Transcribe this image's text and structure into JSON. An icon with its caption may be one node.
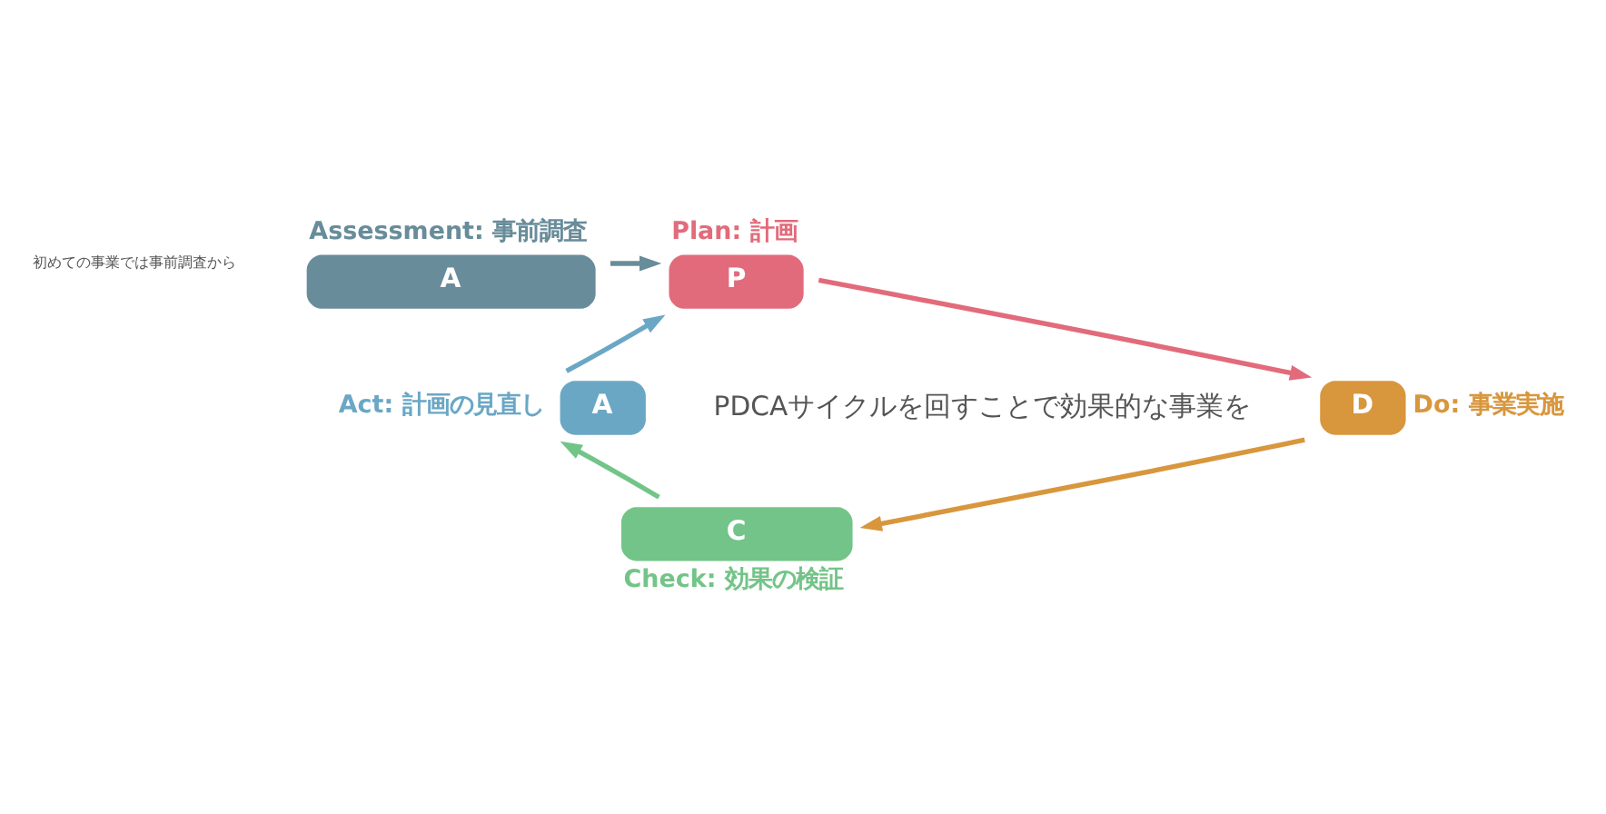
{
  "diagram": {
    "nodes": [
      {
        "text": [
          "P"
        ],
        "beside": [
          "Plan: 計画"
        ]
      },
      {
        "text": [
          "D"
        ],
        "beside": [
          "Do: 事業実施"
        ]
      },
      {
        "text": [
          "C"
        ],
        "beside": [
          "Check: 効果の検証"
        ]
      },
      {
        "text": [
          "A"
        ],
        "beside": [
          "Act: 計画の見直し"
        ]
      },
      {
        "text": [
          "A"
        ],
        "beside": [
          "Assessment: 事前調査"
        ]
      }
    ],
    "edges": [
      {
        "from": 0,
        "to": 1,
        "arrow": "to",
        "color": "#e26b7b"
      },
      {
        "from": 1,
        "to": 2,
        "arrow": "to",
        "color": "#d8963d"
      },
      {
        "from": 2,
        "to": 3,
        "arrow": "to",
        "color": "#73c488"
      },
      {
        "from": 3,
        "to": 0,
        "arrow": "to",
        "color": "#6aa7c5"
      },
      {
        "from": 4,
        "to": 0,
        "arrow": "to",
        "color": "#688c9a"
      }
    ],
    "labels": [
      "初めての事業では事前調査から",
      "PDCAサイクルを回すことで効果的な事業を"
    ]
  }
}
